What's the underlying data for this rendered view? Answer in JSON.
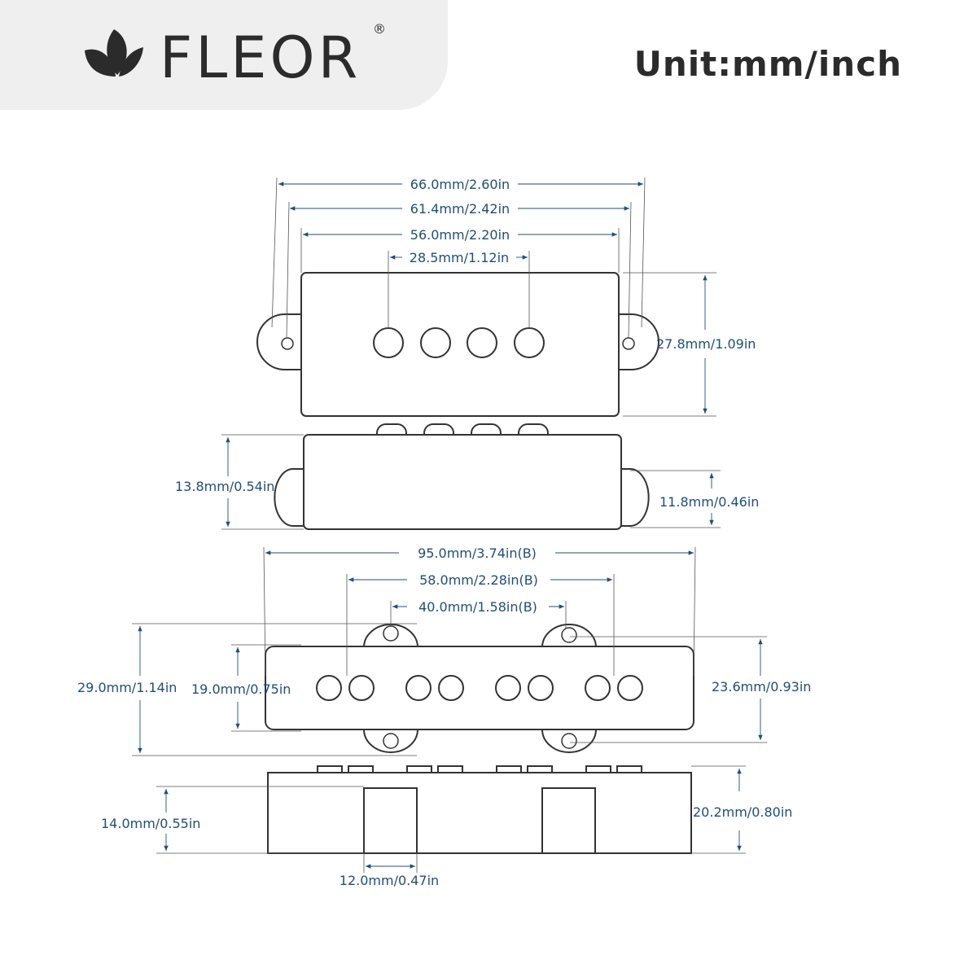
{
  "brand": {
    "name": "FLEOR",
    "registered": "®",
    "logo_icon": "leaf-icon"
  },
  "unit_title": "Unit:mm/inch",
  "colors": {
    "dimension_text": "#1f4e79",
    "outline": "#333333",
    "header_bg": "#efefef"
  },
  "p_pickup": {
    "dimensions": {
      "total_length": "66.0mm/2.60in",
      "hole_spacing": "61.4mm/2.42in",
      "body_length": "56.0mm/2.20in",
      "pole_span": "28.5mm/1.12in",
      "width": "27.8mm/1.09in",
      "side_height": "13.8mm/0.54in",
      "tab_height": "11.8mm/0.46in"
    }
  },
  "j_pickup": {
    "dimensions": {
      "total_length": "95.0mm/3.74in(B)",
      "pole_span": "58.0mm/2.28in(B)",
      "mount_spacing": "40.0mm/1.58in(B)",
      "total_width": "29.0mm/1.14in",
      "body_width": "19.0mm/0.75in",
      "hole_width": "23.6mm/0.93in",
      "bobbin_height": "14.0mm/0.55in",
      "total_height": "20.2mm/0.80in",
      "slot_width": "12.0mm/0.47in"
    }
  }
}
